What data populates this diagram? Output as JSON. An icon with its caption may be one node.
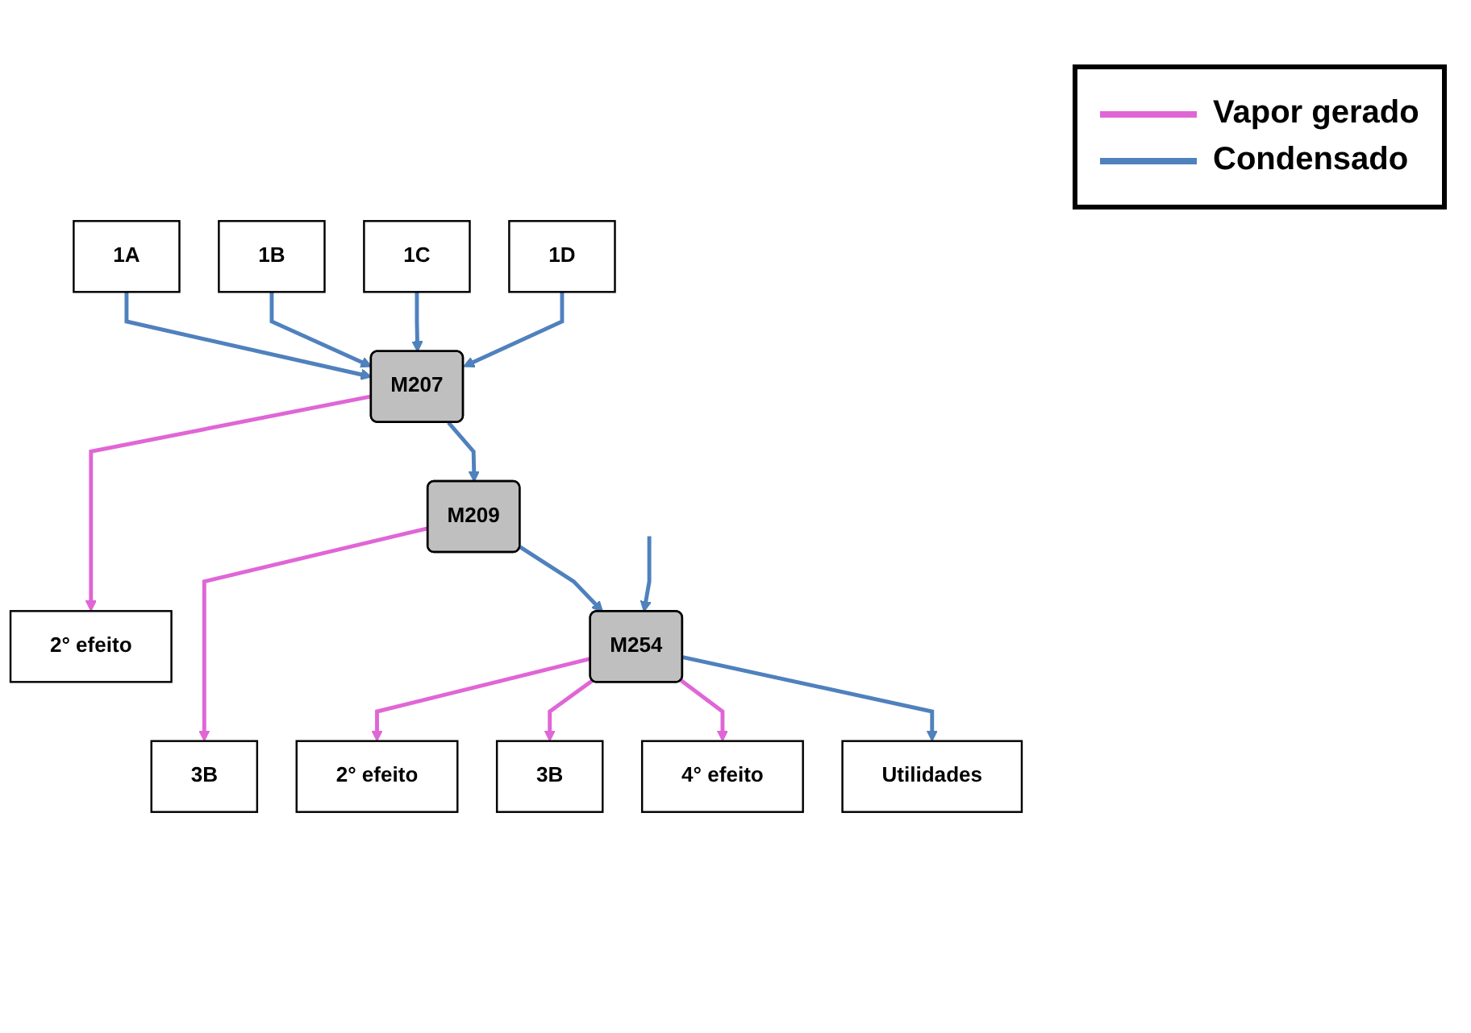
{
  "diagram": {
    "nodes": [
      {
        "text": [
          "1B"
        ]
      },
      {
        "text": [
          "1C"
        ]
      },
      {
        "text": [
          "1A"
        ]
      },
      {
        "text": [
          "1D"
        ]
      },
      {
        "text": [
          "M207"
        ]
      },
      {
        "text": [
          "2° efeito"
        ]
      },
      {
        "text": [
          "M209"
        ]
      },
      {
        "text": [
          "3B"
        ]
      },
      {
        "text": [
          "M254"
        ]
      },
      {
        "text": [
          "2° efeito"
        ]
      },
      {
        "text": [
          "3B"
        ]
      },
      {
        "text": [
          "4° efeito"
        ]
      },
      {
        "text": [
          "Utilidades"
        ]
      }
    ],
    "edges": [
      {
        "from": 2,
        "to": 4,
        "arrow": "to"
      },
      {
        "from": 0,
        "to": 4,
        "arrow": "to"
      },
      {
        "from": 1,
        "to": 4,
        "arrow": "to"
      },
      {
        "from": 3,
        "to": 4,
        "arrow": "to"
      },
      {
        "from": 4,
        "to": 5,
        "arrow": "to",
        "color": "#e066d6"
      },
      {
        "from": 4,
        "to": 6,
        "arrow": "to"
      },
      {
        "from": 6,
        "to": 7,
        "arrow": "to",
        "color": "#e066d6"
      },
      {
        "from": 6,
        "to": 8,
        "arrow": "to"
      },
      {
        "from": null,
        "to": 8,
        "arrow": "to"
      },
      {
        "from": 8,
        "to": 9,
        "arrow": "to",
        "color": "#e066d6"
      },
      {
        "from": 8,
        "to": 10,
        "arrow": "to",
        "color": "#e066d6"
      },
      {
        "from": 8,
        "to": 11,
        "arrow": "to",
        "color": "#e066d6"
      },
      {
        "from": 8,
        "to": 12,
        "arrow": "to"
      }
    ],
    "legend": [
      {
        "text": "Vapor gerado",
        "color": "#e066d6"
      },
      {
        "text": "Condensado",
        "color": "#4f81bd"
      }
    ]
  }
}
